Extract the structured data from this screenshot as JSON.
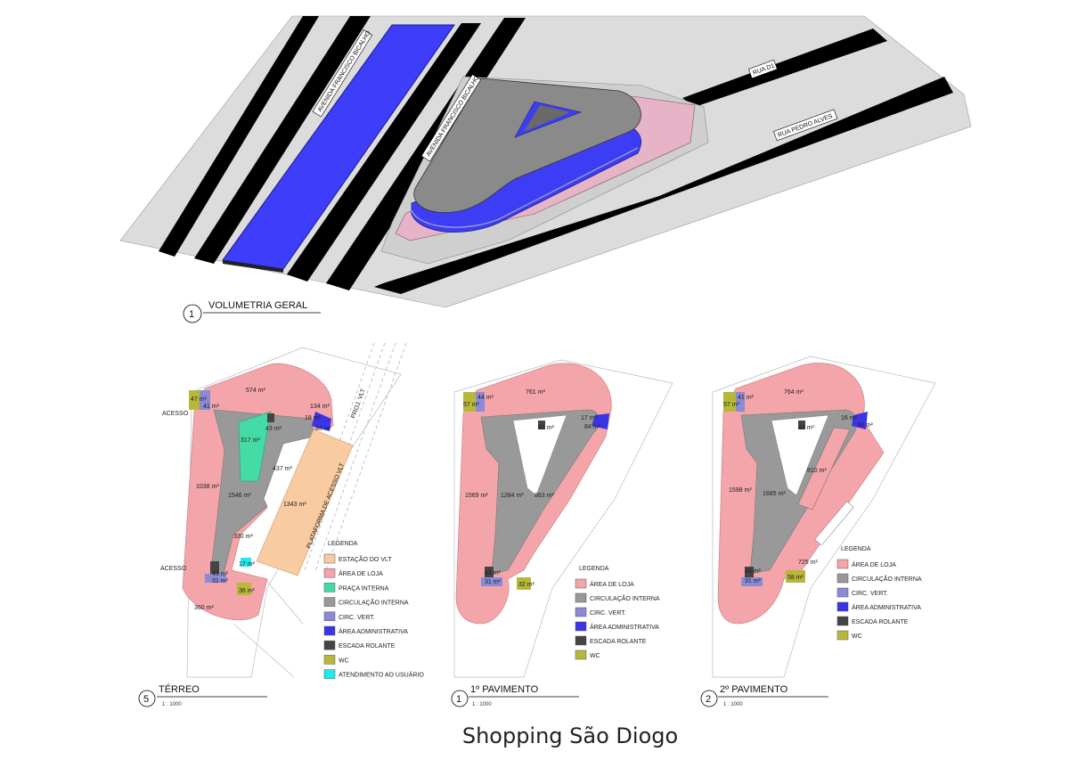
{
  "caption": "Shopping São Diogo",
  "top_view": {
    "number": "1",
    "title": "VOLUMETRIA GERAL",
    "roads": [
      "AVENIDA FRANCISCO BICALHO",
      "AVENIDA FRANCISCO BICALHO",
      "RUA D1",
      "RUA PEDRO ALVES"
    ]
  },
  "plans": [
    {
      "number": "5",
      "title": "TÉRREO",
      "scale": "1 : 1000",
      "labels": {
        "acesso": "ACESSO",
        "vlt": "PROJ. VLT",
        "plataforma": "PLATAFORMA DE ACESSO VLT"
      },
      "areas": [
        "574 m²",
        "47 m²",
        "41 m²",
        "134 m²",
        "18 m²",
        "53 m²",
        "43 m²",
        "317 m²",
        "437 m²",
        "1038 m²",
        "1546 m²",
        "1343 m²",
        "330 m²",
        "17 m²",
        "43 m²",
        "31 m²",
        "36 m²",
        "360 m²"
      ],
      "legend_title": "LEGENDA",
      "legend": [
        {
          "label": "ESTAÇÃO DO VLT",
          "color": "#f8cba0"
        },
        {
          "label": "ÁREA DE LOJA",
          "color": "#f3a5aa"
        },
        {
          "label": "PRAÇA INTERNA",
          "color": "#44dba6"
        },
        {
          "label": "CIRCULAÇÃO INTERNA",
          "color": "#999999"
        },
        {
          "label": "CIRC. VERT.",
          "color": "#8a8ad6"
        },
        {
          "label": "ÁREA ADMINISTRATIVA",
          "color": "#3b34e6"
        },
        {
          "label": "ESCADA ROLANTE",
          "color": "#444444"
        },
        {
          "label": "WC",
          "color": "#b7b838"
        },
        {
          "label": "ATENDIMENTO AO USUÁRIO",
          "color": "#1fe8ee"
        }
      ]
    },
    {
      "number": "1",
      "title": "1º PAVIMENTO",
      "scale": "1 : 1000",
      "areas": [
        "761 m²",
        "44 m²",
        "57 m²",
        "17 m²",
        "42 m²",
        "84 m²",
        "1569 m²",
        "1284 m²",
        "863 m²",
        "43 m²",
        "31 m²",
        "32 m²"
      ],
      "legend_title": "LEGENDA",
      "legend": [
        {
          "label": "ÁREA DE LOJA",
          "color": "#f3a5aa"
        },
        {
          "label": "CIRCULAÇÃO INTERNA",
          "color": "#999999"
        },
        {
          "label": "CIRC. VERT.",
          "color": "#8a8ad6"
        },
        {
          "label": "ÁREA ADMINISTRATIVA",
          "color": "#3b34e6"
        },
        {
          "label": "ESCADA ROLANTE",
          "color": "#444444"
        },
        {
          "label": "WC",
          "color": "#b7b838"
        }
      ]
    },
    {
      "number": "2",
      "title": "2º PAVIMENTO",
      "scale": "1 : 1000",
      "areas": [
        "764 m²",
        "41 m²",
        "57 m²",
        "16 m²",
        "42 m²",
        "40 m²",
        "810 m²",
        "1598 m²",
        "1685 m²",
        "725 m²",
        "43 m²",
        "31 m²",
        "58 m²"
      ],
      "legend_title": "LEGENDA",
      "legend": [
        {
          "label": "ÁREA DE LOJA",
          "color": "#f3a5aa"
        },
        {
          "label": "CIRCULAÇÃO INTERNA",
          "color": "#999999"
        },
        {
          "label": "CIRC. VERT.",
          "color": "#8a8ad6"
        },
        {
          "label": "ÁREA ADMINISTRATIVA",
          "color": "#3b34e6"
        },
        {
          "label": "ESCADA ROLANTE",
          "color": "#444444"
        },
        {
          "label": "WC",
          "color": "#b7b838"
        }
      ]
    }
  ],
  "colors": {
    "shop": "#f3a5aa",
    "circulation": "#999999",
    "vertical": "#8a8ad6",
    "admin": "#3b34e6",
    "escalator": "#444444",
    "wc": "#b7b838",
    "plaza": "#44dba6",
    "station": "#f8cba0",
    "service": "#1fe8ee",
    "road": "#000000",
    "ground": "#dcdcdc"
  }
}
